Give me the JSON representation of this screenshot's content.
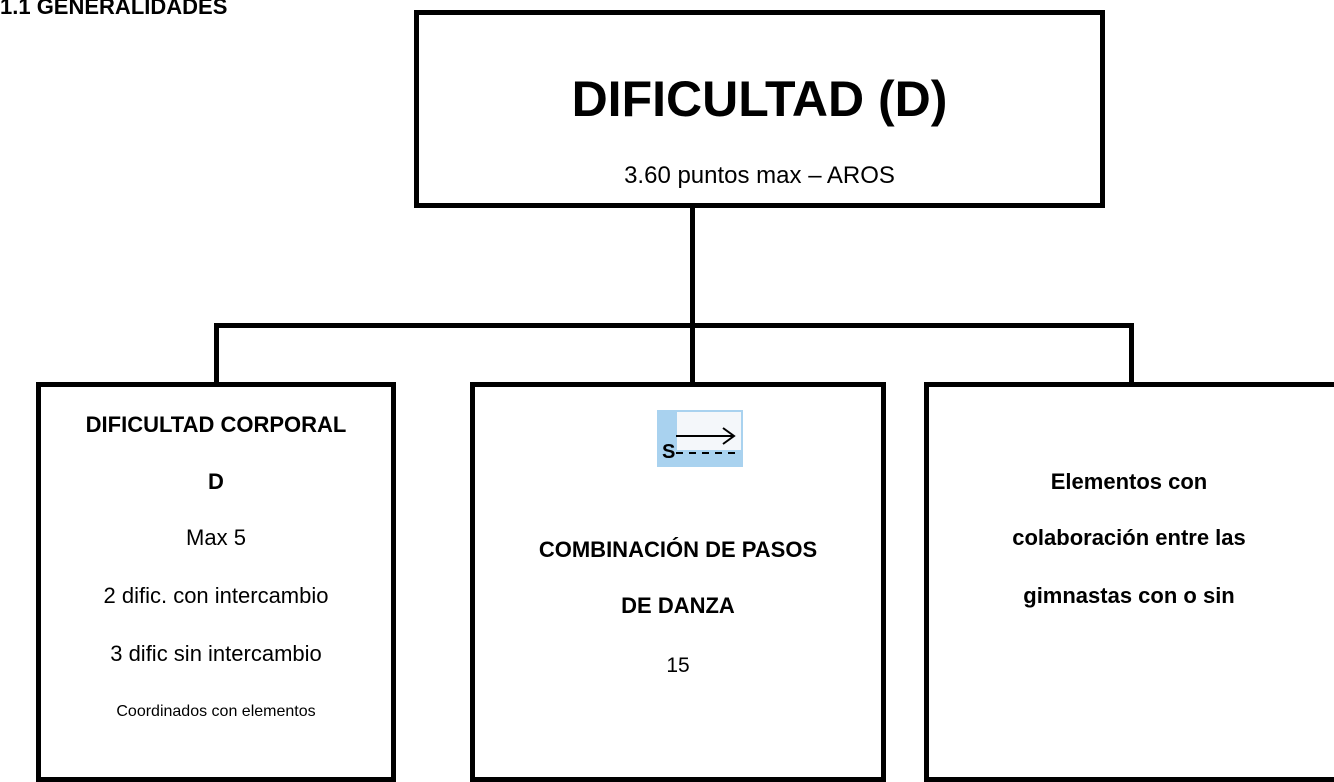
{
  "heading": "1.1 GENERALIDADES",
  "top": {
    "title": "DIFICULTAD (D)",
    "subtitle": "3.60 puntos max – AROS"
  },
  "left_box": {
    "line1": "DIFICULTAD CORPORAL",
    "line2": "D",
    "line3": "Max 5",
    "line4": "2 dific. con intercambio",
    "line5": "3 dific sin intercambio",
    "line6": "Coordinados con elementos"
  },
  "center_box": {
    "symbol_letter": "S",
    "line1": "COMBINACIÓN DE PASOS",
    "line2": "DE DANZA",
    "line3": "15"
  },
  "right_box": {
    "line1": "Elementos con",
    "line2": "colaboración entre las",
    "line3": "gimnastas con o sin"
  }
}
